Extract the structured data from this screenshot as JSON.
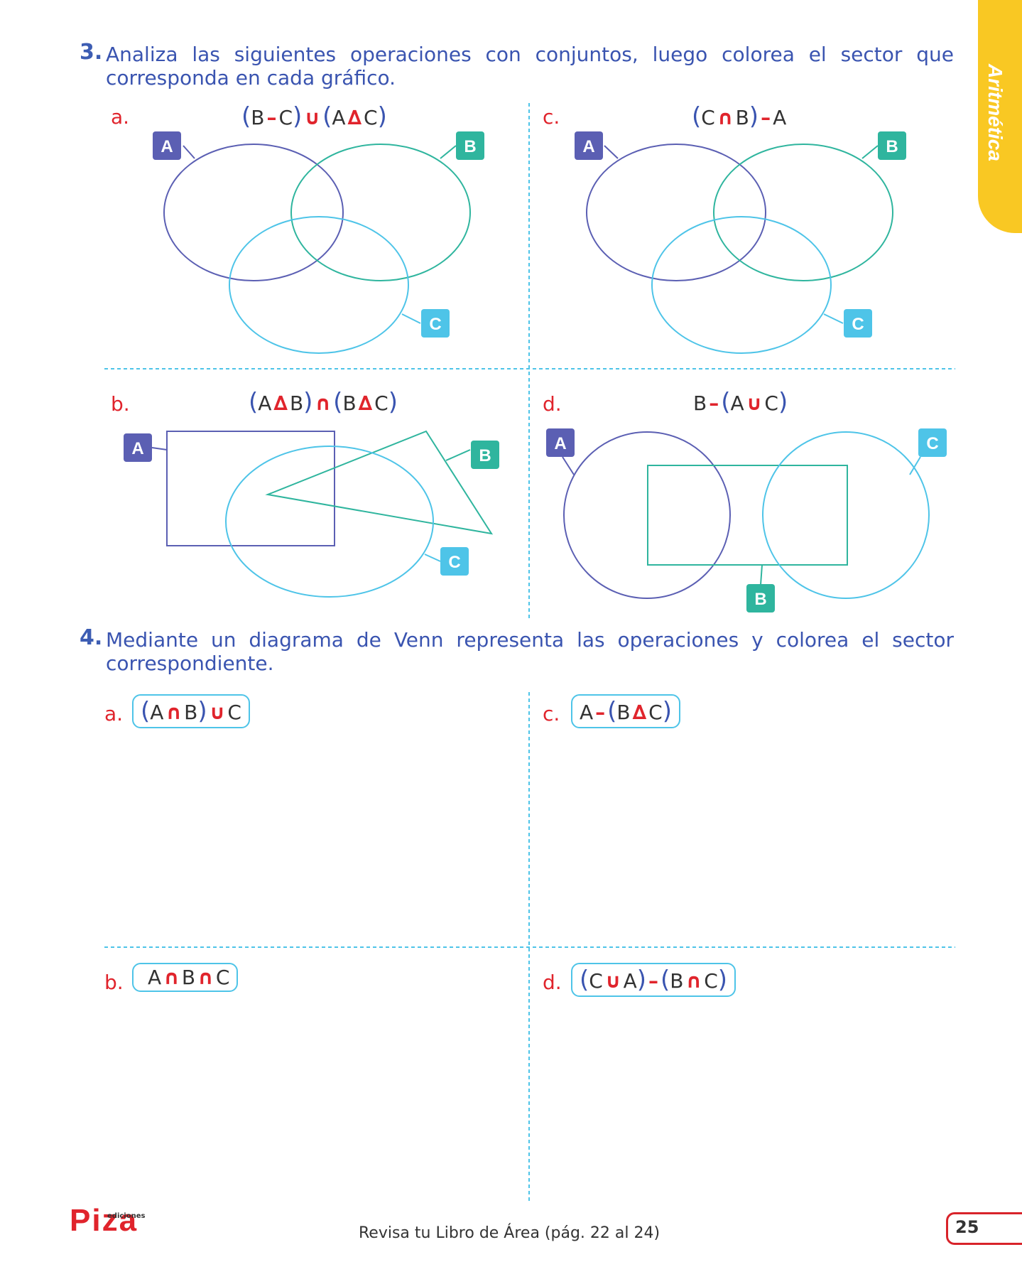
{
  "side_tab": {
    "label": "Aritmética",
    "color": "#f9c823"
  },
  "q3": {
    "number": "3.",
    "text": "Analiza las siguientes operaciones con conjuntos, luego colorea el sector que corresponda en cada gráfico.",
    "items": {
      "a": {
        "letter": "a.",
        "parts": [
          "(",
          "B",
          "–",
          "C",
          ")",
          "∪",
          "(",
          "A",
          "∆",
          "C",
          ")"
        ]
      },
      "b": {
        "letter": "b.",
        "parts": [
          "(",
          "A",
          "∆",
          "B",
          ")",
          "∩",
          "(",
          "B",
          "∆",
          "C",
          ")"
        ]
      },
      "c": {
        "letter": "c.",
        "parts": [
          "(",
          "C",
          "∩",
          "B",
          ")",
          "–",
          "A"
        ]
      },
      "d": {
        "letter": "d.",
        "parts": [
          "B",
          "–",
          "(",
          "A",
          "∪",
          "C",
          ")"
        ]
      }
    },
    "set_labels": {
      "A": "A",
      "B": "B",
      "C": "C"
    }
  },
  "q4": {
    "number": "4.",
    "text": "Mediante un diagrama de Venn representa las operaciones y colorea el sector correspondiente.",
    "items": {
      "a": {
        "letter": "a.",
        "parts": [
          "(",
          "A",
          "∩",
          "B",
          ")",
          "∪",
          "C"
        ]
      },
      "b": {
        "letter": "b.",
        "parts": [
          "A",
          "∩",
          "B",
          "∩",
          "C"
        ]
      },
      "c": {
        "letter": "c.",
        "parts": [
          "A",
          "–",
          "(",
          "B",
          "∆",
          "C",
          ")"
        ]
      },
      "d": {
        "letter": "d.",
        "parts": [
          "(",
          "C",
          "∪",
          "A",
          ")",
          "–",
          "(",
          "B",
          "∩",
          "C",
          ")"
        ]
      }
    }
  },
  "colors": {
    "setA": "#5b5fb3",
    "setB": "#2fb59e",
    "setC": "#4ec4e8",
    "accent": "#e0242c"
  },
  "footer": {
    "text": "Revisa tu Libro de Área (pág. 22 al 24)",
    "page": "25",
    "logo": "Piza",
    "logo_small": "ediciones"
  }
}
